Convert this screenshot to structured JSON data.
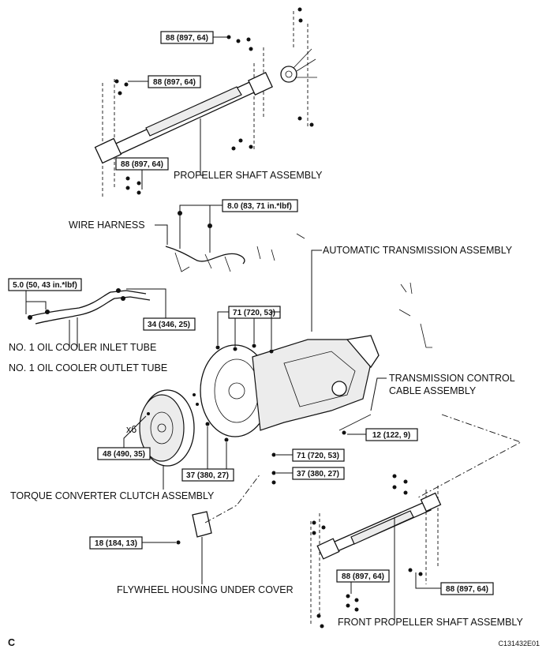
{
  "labels": {
    "propeller_shaft": "PROPELLER SHAFT ASSEMBLY",
    "wire_harness": "WIRE HARNESS",
    "automatic_transmission": "AUTOMATIC TRANSMISSION ASSEMBLY",
    "oil_cooler_inlet": "NO. 1 OIL COOLER INLET TUBE",
    "oil_cooler_outlet": "NO. 1 OIL COOLER OUTLET TUBE",
    "transmission_control_line1": "TRANSMISSION CONTROL",
    "transmission_control_line2": "CABLE ASSEMBLY",
    "torque_converter": "TORQUE CONVERTER CLUTCH ASSEMBLY",
    "flywheel_cover": "FLYWHEEL HOUSING UNDER COVER",
    "front_propeller": "FRONT PROPELLER SHAFT ASSEMBLY",
    "quantity_x6": "x6"
  },
  "torques": {
    "top_upper": "88 (897, 64)",
    "top_middle": "88 (897, 64)",
    "top_lower": "88 (897, 64)",
    "wire_harness": "8.0 (83, 71 in.*lbf)",
    "cooler_left": "5.0 (50, 43 in.*lbf)",
    "cooler_right": "34 (346, 25)",
    "trans_top": "71 (720, 53)",
    "converter": "48 (490, 35)",
    "housing_lower": "37 (380, 27)",
    "control_cable": "12 (122, 9)",
    "right_71": "71 (720, 53)",
    "right_37": "37 (380, 27)",
    "cover_bolt": "18 (184, 13)",
    "front_left": "88 (897, 64)",
    "front_right": "88 (897, 64)"
  },
  "footer": {
    "corner_letter": "C",
    "figure_id": "C131432E01"
  }
}
